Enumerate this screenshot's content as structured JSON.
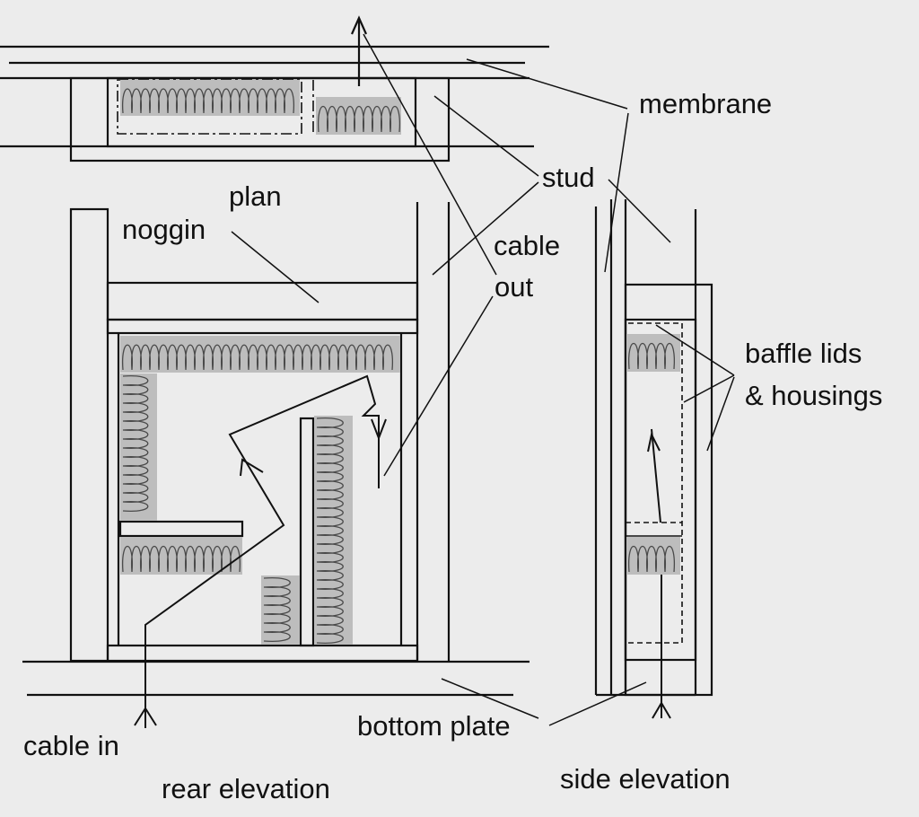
{
  "labels": {
    "membrane": "membrane",
    "stud": "stud",
    "plan": "plan",
    "noggin": "noggin",
    "cable_out_1": "cable",
    "cable_out_2": "out",
    "baffle_1": "baffle lids",
    "baffle_2": "& housings",
    "bottom_plate": "bottom plate",
    "cable_in": "cable in",
    "rear_elevation": "rear elevation",
    "side_elevation": "side elevation"
  },
  "colors": {
    "background": "#ececec",
    "line": "#111111",
    "insulation": "#bdbdbd"
  }
}
